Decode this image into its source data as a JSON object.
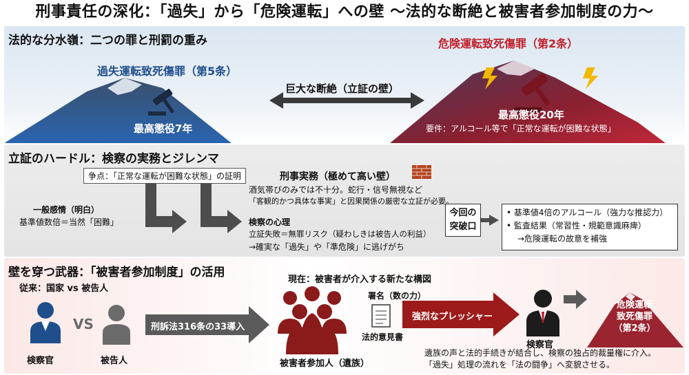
{
  "title": "刑事責任の深化：「過失」から「危険運転」への壁 〜法的な断絶と被害者参加制度の力〜",
  "section1": {
    "heading": "法的な分水嶺：二つの罪と刑罰の重み",
    "left": {
      "crime": "過失運転致死傷罪（第5条）",
      "penalty": "最高懲役7年"
    },
    "middle": {
      "label": "巨大な断絶（立証の壁）"
    },
    "right": {
      "crime": "危険運転致死傷罪（第2条）",
      "penalty": "最高懲役20年",
      "requirement": "要件：アルコール等で「正常な運転が困難な状態」"
    }
  },
  "section2": {
    "heading": "立証のハードル：検察の実務とジレンマ",
    "issue": "争点：「正常な運転が困難な状態」の証明",
    "left_title": "一般感情（明白）",
    "left_text": "基準値数倍＝当然「困難」",
    "practice_title": "刑事実務（極めて高い壁）",
    "practice_lines": [
      "酒気帯びのみでは不十分。蛇行・信号無視など",
      "「客観的かつ具体な事実」と因果関係の厳密な立証が必要。"
    ],
    "psych_title": "検察の心理",
    "psych_lines": [
      "立証失敗＝無罪リスク（疑わしきは被告人の利益）",
      "→確実な「過失」や「準危険」に逃げがち"
    ],
    "breakthrough": [
      "今回の",
      "突破口"
    ],
    "breakthrough_items": [
      "• 基準値4倍のアルコール（強力な推認力）",
      "• 監査結果（常習性・規範意識麻痺）",
      "→危険運転の故意を補強"
    ]
  },
  "section3": {
    "heading": "壁を穿つ武器：「被害者参加制度」の活用",
    "past_label": "従来：国家 vs 被告人",
    "prosecutor": "検察官",
    "vs": "VS",
    "defendant": "被告人",
    "law_arrow": "刑訴法316条の33導入",
    "now_label": "現在：被害者が介入する新たな構図",
    "signature": "署名（数の力）",
    "opinion": "法的意見書",
    "participants": "被害者参加人（遺族）",
    "pressure": "強烈なプレッシャー",
    "prosecutor2": "検察官",
    "target": [
      "危険運転",
      "致死傷罪",
      "（第2条）"
    ],
    "conclusion": [
      "遺族の声と法的手続きが結合し、検察の独占的裁量権に介入。",
      "「過失」処理の流れを「法の闘争」へ変貌させる。"
    ]
  },
  "colors": {
    "blue": "#1f4e8c",
    "red": "#c0202a",
    "darkred": "#8b1a1a",
    "gray": "#555555"
  }
}
